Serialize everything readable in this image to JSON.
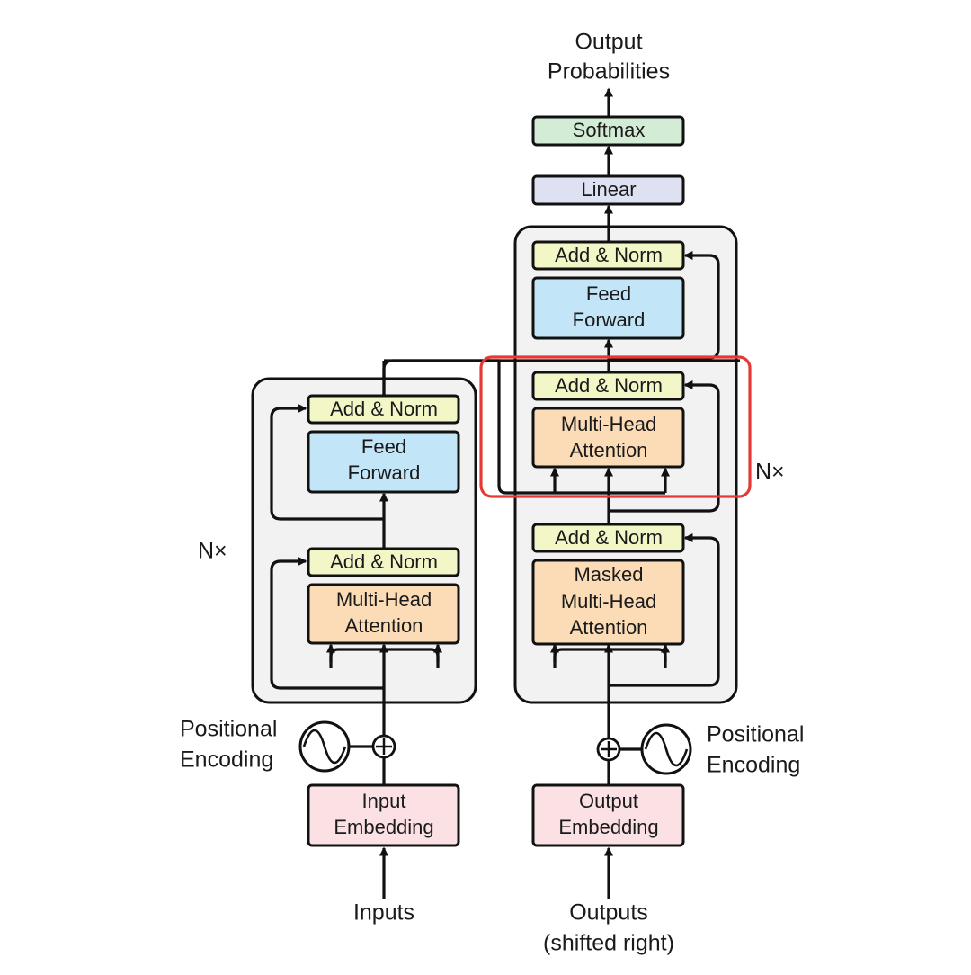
{
  "output": {
    "probabilities_line1": "Output",
    "probabilities_line2": "Probabilities",
    "softmax": "Softmax",
    "linear": "Linear"
  },
  "encoder": {
    "add_norm_top": "Add & Norm",
    "feed_forward_line1": "Feed",
    "feed_forward_line2": "Forward",
    "add_norm_bottom": "Add & Norm",
    "attention_line1": "Multi-Head",
    "attention_line2": "Attention",
    "repeat": "N×",
    "positional_line1": "Positional",
    "positional_line2": "Encoding",
    "embedding_line1": "Input",
    "embedding_line2": "Embedding",
    "inputs": "Inputs"
  },
  "decoder": {
    "add_norm_top": "Add & Norm",
    "feed_forward_line1": "Feed",
    "feed_forward_line2": "Forward",
    "add_norm_mid": "Add & Norm",
    "cross_attention_line1": "Multi-Head",
    "cross_attention_line2": "Attention",
    "add_norm_bottom": "Add & Norm",
    "masked_line1": "Masked",
    "masked_line2": "Multi-Head",
    "masked_line3": "Attention",
    "repeat": "N×",
    "positional_line1": "Positional",
    "positional_line2": "Encoding",
    "embedding_line1": "Output",
    "embedding_line2": "Embedding",
    "outputs_line1": "Outputs",
    "outputs_line2": "(shifted right)"
  },
  "colors": {
    "add_norm": "#f3f7c7",
    "feed_forward": "#c2e6f7",
    "attention": "#fcdcb6",
    "embedding": "#fbe1e4",
    "softmax": "#d3ecd5",
    "linear": "#dde1f2",
    "stack_bg": "#f2f2f2",
    "highlight": "#e53935"
  }
}
